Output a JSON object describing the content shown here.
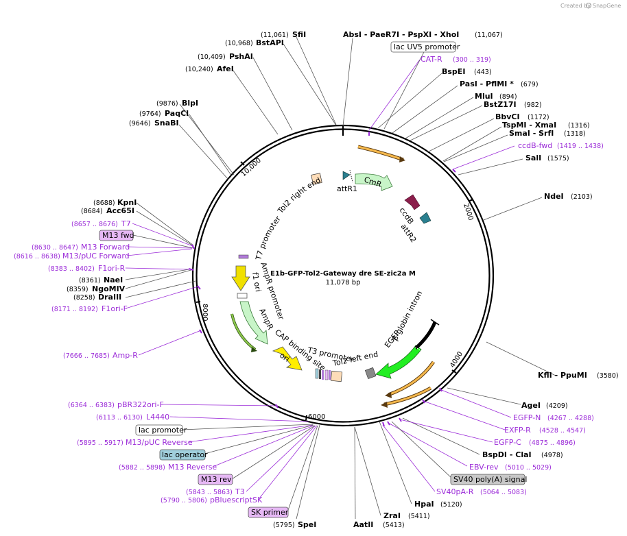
{
  "app": {
    "credit_text": "Created by",
    "credit_brand": "SnapGene"
  },
  "plasmid": {
    "name": "E1b-GFP-Tol2-Gateway dre SE-zic2a M",
    "size_label": "11,078 bp"
  },
  "ticks": [
    "2000",
    "4000",
    "6000",
    "8000",
    "10,000"
  ],
  "enzymes": [
    {
      "id": "sfii",
      "name": "SfiI",
      "pos": "(11,061)"
    },
    {
      "id": "bstapi",
      "name": "BstAPI",
      "pos": "(10,968)"
    },
    {
      "id": "pshai",
      "name": "PshAI",
      "pos": "(10,409)"
    },
    {
      "id": "afei",
      "name": "AfeI",
      "pos": "(10,240)"
    },
    {
      "id": "blpi",
      "name": "BlpI",
      "pos": "(9876)"
    },
    {
      "id": "paqci",
      "name": "PaqCI",
      "pos": "(9764)"
    },
    {
      "id": "snabi",
      "name": "SnaBI",
      "pos": "(9646)"
    },
    {
      "id": "absi",
      "name": "AbsI - PaeR7I - PspXI - XhoI",
      "pos": "(11,067)"
    },
    {
      "id": "bspei",
      "name": "BspEI",
      "pos": "(443)"
    },
    {
      "id": "pasi",
      "name": "PasI - PflMI *",
      "pos": "(679)"
    },
    {
      "id": "mlui",
      "name": "MluI",
      "pos": "(894)"
    },
    {
      "id": "bstz17i",
      "name": "BstZ17I",
      "pos": "(982)"
    },
    {
      "id": "bbvci",
      "name": "BbvCI",
      "pos": "(1172)"
    },
    {
      "id": "tspmi",
      "name": "TspMI - XmaI",
      "pos": "(1316)"
    },
    {
      "id": "smai",
      "name": "SmaI - SrfI",
      "pos": "(1318)"
    },
    {
      "id": "sali",
      "name": "SalI",
      "pos": "(1575)"
    },
    {
      "id": "ndei",
      "name": "NdeI",
      "pos": "(2103)"
    },
    {
      "id": "kfli",
      "name": "KflI - PpuMI",
      "pos": "(3580)"
    },
    {
      "id": "agei",
      "name": "AgeI",
      "pos": "(4209)"
    },
    {
      "id": "bspdi",
      "name": "BspDI - ClaI",
      "pos": "(4978)"
    },
    {
      "id": "hpai",
      "name": "HpaI",
      "pos": "(5120)"
    },
    {
      "id": "zrai",
      "name": "ZraI",
      "pos": "(5411)"
    },
    {
      "id": "aatii",
      "name": "AatII",
      "pos": "(5413)"
    },
    {
      "id": "spei",
      "name": "SpeI",
      "pos": "(5795)"
    },
    {
      "id": "kpni",
      "name": "KpnI",
      "pos": "(8688)"
    },
    {
      "id": "acc65i",
      "name": "Acc65I",
      "pos": "(8684)"
    },
    {
      "id": "naei",
      "name": "NaeI",
      "pos": "(8361)"
    },
    {
      "id": "ngomiv",
      "name": "NgoMIV",
      "pos": "(8359)"
    },
    {
      "id": "draiii",
      "name": "DraIII",
      "pos": "(8258)"
    }
  ],
  "primers": [
    {
      "id": "cat-r",
      "name": "CAT-R",
      "pos": "(300 .. 319)"
    },
    {
      "id": "ccdb-fwd",
      "name": "ccdB-fwd",
      "pos": "(1419 .. 1438)"
    },
    {
      "id": "egfp-n",
      "name": "EGFP-N",
      "pos": "(4267 .. 4288)"
    },
    {
      "id": "exfp-r",
      "name": "EXFP-R",
      "pos": "(4528 .. 4547)"
    },
    {
      "id": "egfp-c",
      "name": "EGFP-C",
      "pos": "(4875 .. 4896)"
    },
    {
      "id": "ebv-rev",
      "name": "EBV-rev",
      "pos": "(5010 .. 5029)"
    },
    {
      "id": "sv40pa-r",
      "name": "SV40pA-R",
      "pos": "(5064 .. 5083)"
    },
    {
      "id": "t7",
      "name": "T7",
      "pos": "(8657 .. 8676)"
    },
    {
      "id": "m13-forward",
      "name": "M13 Forward",
      "pos": "(8630 .. 8647)"
    },
    {
      "id": "m13-puc-forward",
      "name": "M13/pUC Forward",
      "pos": "(8616 .. 8638)"
    },
    {
      "id": "f1ori-r",
      "name": "F1ori-R",
      "pos": "(8383 .. 8402)"
    },
    {
      "id": "f1ori-f",
      "name": "F1ori-F",
      "pos": "(8171 .. 8192)"
    },
    {
      "id": "amp-r",
      "name": "Amp-R",
      "pos": "(7666 .. 7685)"
    },
    {
      "id": "pbr322ori-f",
      "name": "pBR322ori-F",
      "pos": "(6364 .. 6383)"
    },
    {
      "id": "l4440",
      "name": "L4440",
      "pos": "(6113 .. 6130)"
    },
    {
      "id": "m13-puc-reverse",
      "name": "M13/pUC Reverse",
      "pos": "(5895 .. 5917)"
    },
    {
      "id": "m13-reverse",
      "name": "M13 Reverse",
      "pos": "(5882 .. 5898)"
    },
    {
      "id": "t3",
      "name": "T3",
      "pos": "(5843 .. 5863)"
    },
    {
      "id": "pbluescriptsk",
      "name": "pBluescriptSK",
      "pos": "(5790 .. 5806)"
    }
  ],
  "boxed_labels": {
    "lac_uv5_promoter": "lac UV5 promoter",
    "m13_fwd": "M13 fwd",
    "lac_promoter": "lac promoter",
    "lac_operator": "lac operator",
    "m13_rev": "M13 rev",
    "sk_primer": "SK primer",
    "sv40_polya": "SV40 poly(A) signal"
  },
  "features": {
    "attr1": "attR1",
    "cmr": "CmR",
    "ccdb": "ccdB",
    "attr2": "attR2",
    "tol2_right_end": "Tol2 right end",
    "t7_promoter": "T7 promoter",
    "ampr_promoter": "AmpR promoter",
    "f1_ori": "f1 ori",
    "ampr": "AmpR",
    "cap_binding_site": "CAP binding site",
    "ori": "ori",
    "t3_promoter": "T3 promoter",
    "tol2_left_end": "Tol2 left end",
    "egfp": "EGFP",
    "beta_globin_intron": "β-globin intron"
  },
  "colors": {
    "primer": "#9b2bd8",
    "cmr": "#c8f5c8",
    "ccdb": "#8b1e4b",
    "att": "#2a7f8f",
    "egfp": "#22ee22",
    "ori": "#ffee00",
    "f1_ori": "#f0e000",
    "tol2": "#fddcb8",
    "lac_operator": "#a0cfdc",
    "m13_box": "#e6b8f5",
    "sv40_box": "#c8c8c8"
  }
}
